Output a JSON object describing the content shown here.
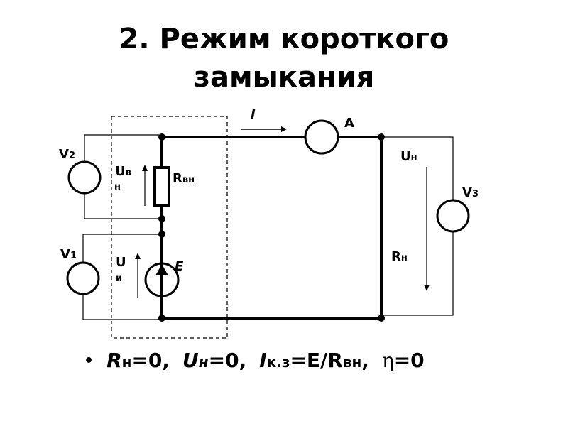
{
  "title": {
    "line1": "2. Режим короткого",
    "line2": "замыкания"
  },
  "labels": {
    "current": "I",
    "ammeter": "A",
    "v2": "V",
    "v2_sub": "2",
    "v1": "V",
    "v1_sub": "1",
    "v3": "V",
    "v3_sub": "3",
    "u_int_main": "U",
    "u_int_sub1": "в",
    "u_int_sub2": "н",
    "r_int_main": "R",
    "r_int_sub": "вн",
    "u_src_main": "U",
    "u_src_sub": "и",
    "emf": "E",
    "u_load_main": "U",
    "u_load_sub": "н",
    "r_load_main": "R",
    "r_load_sub": "н"
  },
  "formula": {
    "bullet": "•",
    "rn": "R",
    "rn_sub": "н",
    "rn_val": "=0,",
    "un": "U",
    "un_sub": "н",
    "un_val": "=0,",
    "ik": "I",
    "ik_sub": "к.з",
    "ik_val": "=E/R",
    "ik_val_sub": "вн",
    "ik_comma": ",",
    "eta": "η",
    "eta_val": "=0"
  }
}
